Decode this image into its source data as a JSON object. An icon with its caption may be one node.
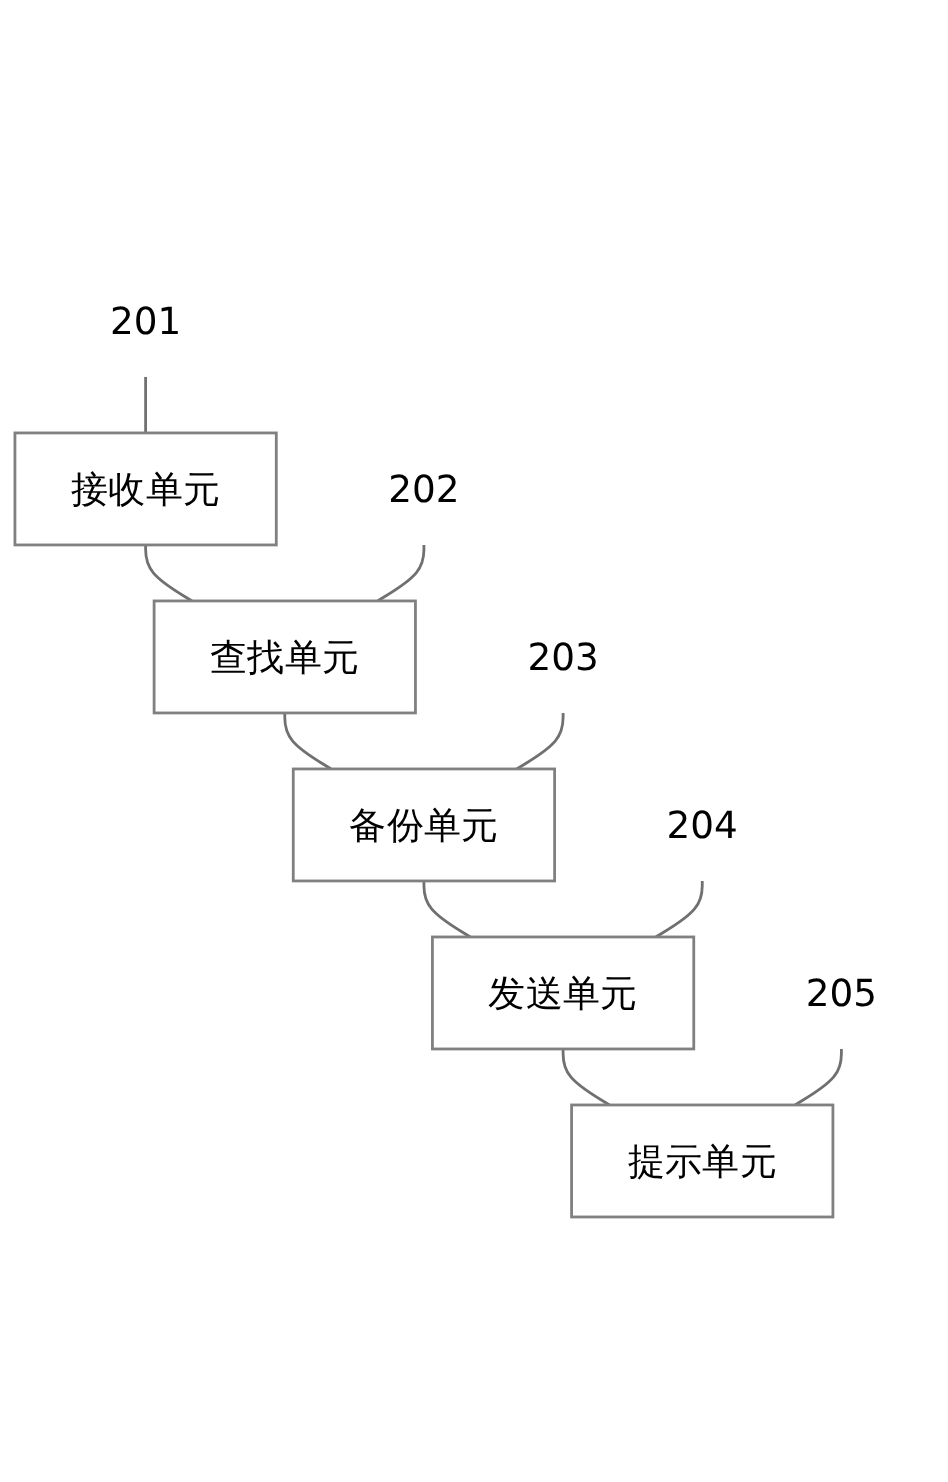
{
  "diagram": {
    "nodes": [
      {
        "text": [
          "接收单元"
        ]
      },
      {
        "text": [
          "查找单元"
        ]
      },
      {
        "text": [
          "备份单元"
        ]
      },
      {
        "text": [
          "发送单元"
        ]
      },
      {
        "text": [
          "提示单元"
        ]
      },
      {
        "text": [
          "201"
        ]
      },
      {
        "text": [
          "202"
        ]
      },
      {
        "text": [
          "203"
        ]
      },
      {
        "text": [
          "204"
        ]
      },
      {
        "text": [
          "205"
        ]
      }
    ],
    "edges": [
      {
        "from": 0,
        "to": 1,
        "arrow": "none"
      },
      {
        "from": 1,
        "to": 2,
        "arrow": "none"
      },
      {
        "from": 2,
        "to": 3,
        "arrow": "none"
      },
      {
        "from": 3,
        "to": 4,
        "arrow": "none"
      },
      {
        "from": 5,
        "to": 0,
        "arrow": "none"
      },
      {
        "from": 6,
        "to": 1,
        "arrow": "none"
      },
      {
        "from": 7,
        "to": 2,
        "arrow": "none"
      },
      {
        "from": 8,
        "to": 3,
        "arrow": "none"
      },
      {
        "from": 9,
        "to": 4,
        "arrow": "none"
      }
    ]
  }
}
